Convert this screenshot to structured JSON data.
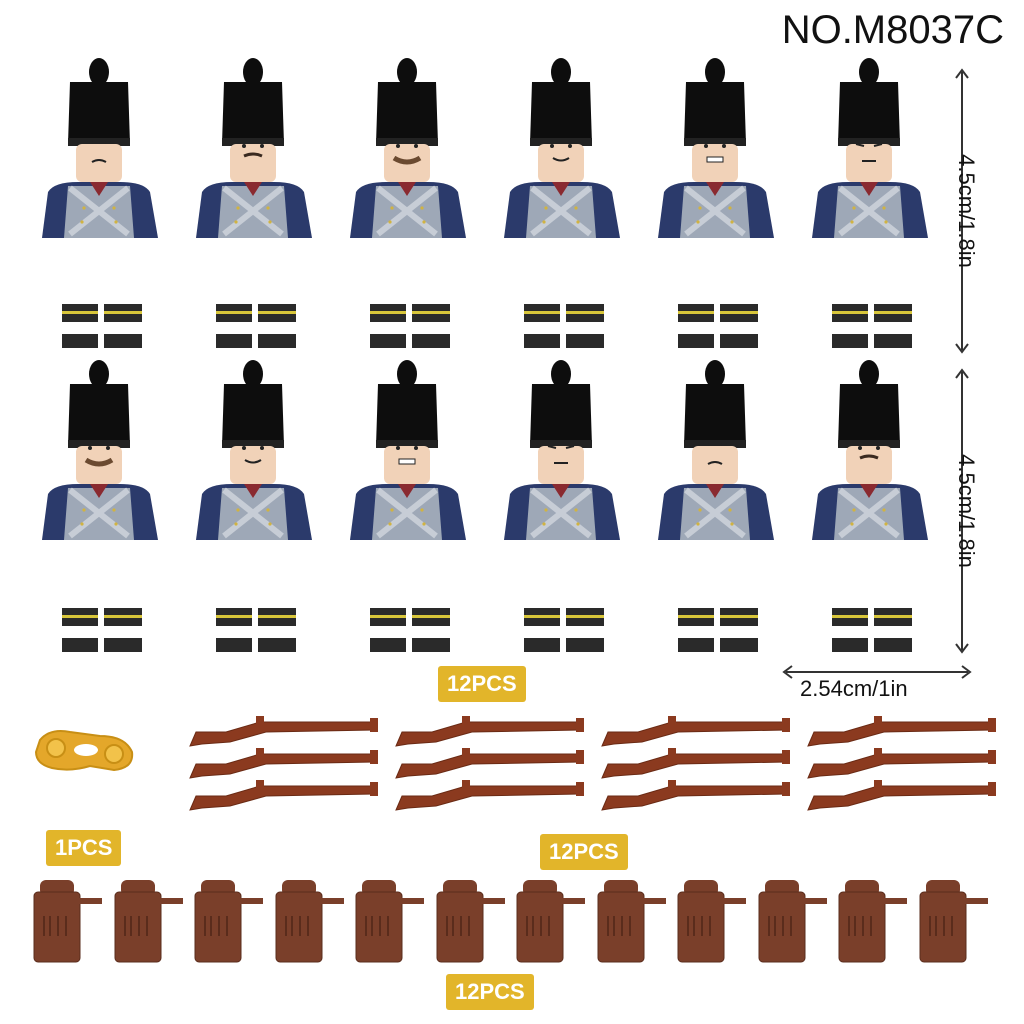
{
  "model_number": "NO.M8037C",
  "dimensions": {
    "height_label_1": "4.5cm/1.8in",
    "height_label_2": "4.5cm/1.8in",
    "width_label": "2.54cm/1in"
  },
  "badges": {
    "figures_qty": "12PCS",
    "plate_qty": "1PCS",
    "rifles_qty": "12PCS",
    "packs_qty": "12PCS"
  },
  "colors": {
    "hat": "#0d0d0d",
    "skin": "#f1d2b8",
    "coat": "#2b3a6b",
    "vest": "#9ea8b7",
    "rifle": "#8b3a1f",
    "pack": "#7a3f2a",
    "badge": "#e2b52a",
    "plate": "#e4a72a"
  },
  "figures": {
    "row1": [
      "soldier-1",
      "soldier-2",
      "soldier-3",
      "soldier-4",
      "soldier-5",
      "soldier-6"
    ],
    "row2": [
      "soldier-7",
      "soldier-8",
      "soldier-9",
      "soldier-10",
      "soldier-11",
      "soldier-12"
    ]
  }
}
